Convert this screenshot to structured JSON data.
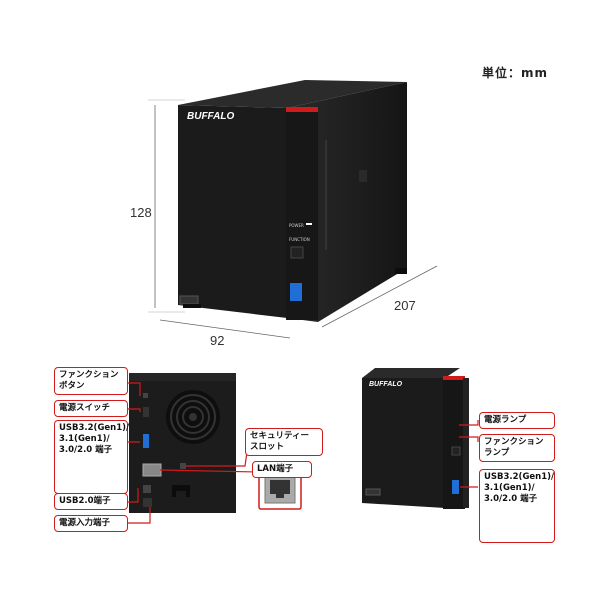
{
  "unit_label": "単位：mm",
  "dimensions": {
    "height": "128",
    "width": "92",
    "depth": "207"
  },
  "brand": "BUFFALO",
  "front_labels": {
    "power": "POWER",
    "function": "FUNCTION"
  },
  "rear_callouts": {
    "function_button": "ファンクション\nボタン",
    "power_switch": "電源スイッチ",
    "usb32_rear": "USB3.2(Gen1)/\n3.1(Gen1)/\n3.0/2.0 端子",
    "usb20": "USB2.0端子",
    "power_input": "電源入力端子",
    "security_slot": "セキュリティー\nスロット",
    "lan": "LAN端子"
  },
  "front_callouts": {
    "power_lamp": "電源ランプ",
    "function_lamp": "ファンクション\nランプ",
    "usb32_front": "USB3.2(Gen1)/\n3.1(Gen1)/\n3.0/2.0 端子"
  },
  "colors": {
    "accent_red": "#d21a1a",
    "body": "#1e1e1e",
    "usb_blue": "#1f6fd6"
  }
}
